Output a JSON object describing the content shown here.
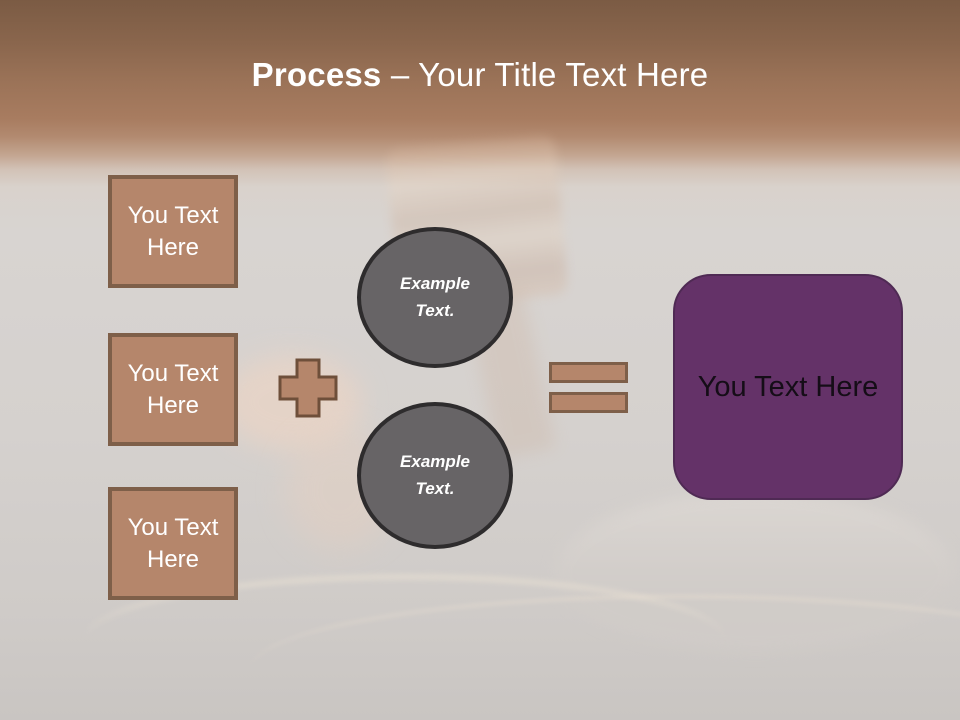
{
  "slide": {
    "header": {
      "title_bold": "Process",
      "title_rest": " – Your Title Text Here"
    },
    "process_boxes": [
      {
        "label": "You Text Here"
      },
      {
        "label": "You Text Here"
      },
      {
        "label": "You Text Here"
      }
    ],
    "operators": {
      "plus_icon": "plus-shape",
      "equals_icon": "equals-shape"
    },
    "example_circles": [
      {
        "label": "Example Text."
      },
      {
        "label": "Example Text."
      }
    ],
    "result_box": {
      "label": "You Text Here"
    },
    "background_image": "faded gavel photo",
    "colors": {
      "header_gradient_top": "#7b5b44",
      "header_gradient_bottom": "#a87c60",
      "canvas_background": "#d6d2cf",
      "process_box_fill": "#b5866b",
      "process_box_border": "#7e5f49",
      "circle_fill": "#676466",
      "circle_border": "#2e2c2d",
      "result_box_fill": "#643268",
      "result_box_border": "#4f2a54",
      "title_text": "#ffffff",
      "result_text": "#150d17"
    }
  }
}
